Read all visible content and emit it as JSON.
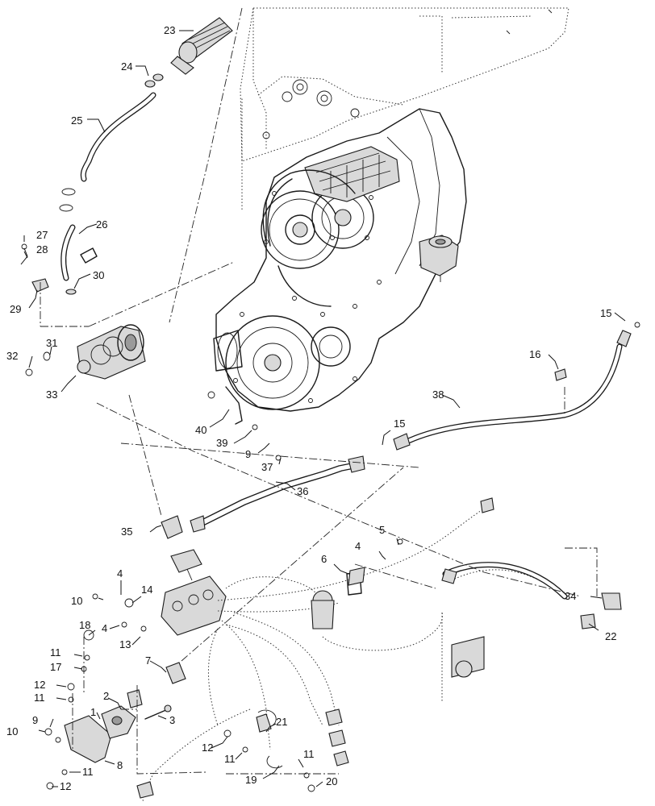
{
  "callouts": [
    "1",
    "2",
    "3",
    "4",
    "4",
    "4",
    "5",
    "6",
    "7",
    "8",
    "9",
    "9",
    "10",
    "10",
    "11",
    "11",
    "11",
    "11",
    "11",
    "12",
    "12",
    "12",
    "13",
    "14",
    "15",
    "15",
    "16",
    "17",
    "18",
    "19",
    "20",
    "21",
    "22",
    "23",
    "24",
    "25",
    "26",
    "27",
    "28",
    "29",
    "30",
    "31",
    "32",
    "33",
    "34",
    "35",
    "36",
    "37",
    "38",
    "39",
    "40"
  ],
  "colors": {
    "line": "#1a1a1a",
    "fill_light": "#d9d9d9",
    "fill_dark": "#9a9a9a",
    "background": "#ffffff"
  }
}
